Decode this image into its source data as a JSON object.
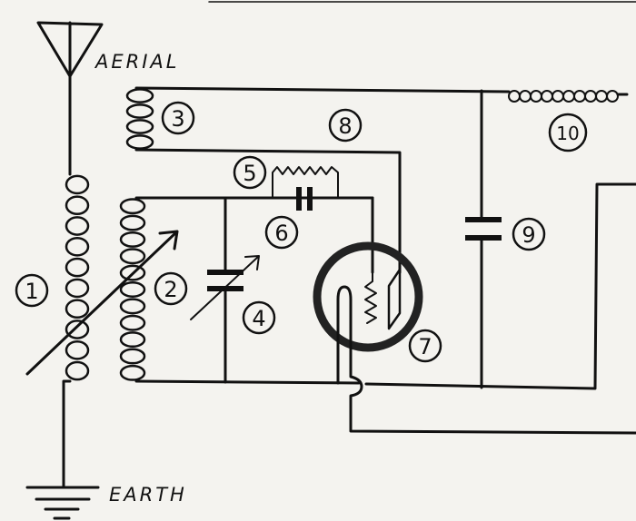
{
  "diagram": {
    "title_labels": {
      "aerial": "AERIAL",
      "earth": "EARTH"
    },
    "components": [
      {
        "id": "1",
        "label": "1",
        "kind": "variable coupling coil (primary)"
      },
      {
        "id": "2",
        "label": "2",
        "kind": "secondary coil"
      },
      {
        "id": "3",
        "label": "3",
        "kind": "reaction coil"
      },
      {
        "id": "4",
        "label": "4",
        "kind": "variable capacitor"
      },
      {
        "id": "5",
        "label": "5",
        "kind": "grid leak resistor"
      },
      {
        "id": "6",
        "label": "6",
        "kind": "grid capacitor"
      },
      {
        "id": "7",
        "label": "7",
        "kind": "valve"
      },
      {
        "id": "8",
        "label": "8",
        "kind": "plate lead"
      },
      {
        "id": "9",
        "label": "9",
        "kind": "bypass capacitor"
      },
      {
        "id": "10",
        "label": "10",
        "kind": "choke coil"
      }
    ]
  }
}
